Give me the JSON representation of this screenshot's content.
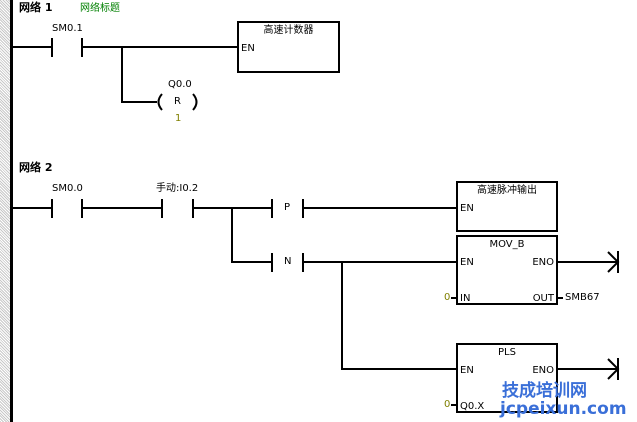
{
  "networks": [
    {
      "label": "网络 1",
      "title": "网络标题",
      "contact": "SM0.1",
      "coil": {
        "address": "Q0.0",
        "type": "R",
        "count": "1"
      },
      "box": {
        "title": "高速计数器",
        "en": "EN"
      }
    },
    {
      "label": "网络 2",
      "contacts": [
        "SM0.0",
        "手动:I0.2"
      ],
      "edge_p": "P",
      "edge_n": "N",
      "boxes": [
        {
          "title": "高速脉冲输出",
          "en": "EN"
        },
        {
          "title": "MOV_B",
          "en": "EN",
          "eno": "ENO",
          "in_pin": "IN",
          "in_value": "0",
          "out_pin": "OUT",
          "out_value": "SMB67"
        },
        {
          "title": "PLS",
          "en": "EN",
          "eno": "ENO",
          "in_pin": "Q0.X",
          "in_value": "0"
        }
      ]
    }
  ],
  "watermark": {
    "line1": "技成培训网",
    "line2": "jcpeixun.com"
  }
}
